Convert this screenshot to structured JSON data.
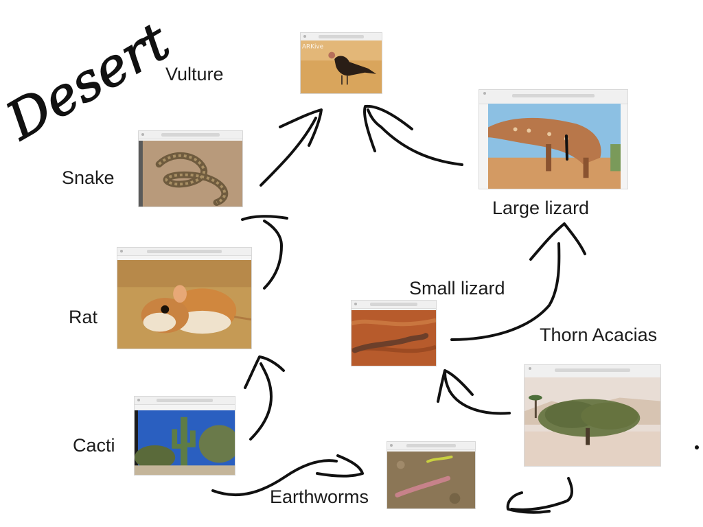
{
  "title": "Desert",
  "organisms": {
    "vulture": "Vulture",
    "snake": "Snake",
    "rat": "Rat",
    "cacti": "Cacti",
    "earthworms": "Earthworms",
    "thorn_acacias": "Thorn Acacias",
    "small_lizard": "Small lizard",
    "large_lizard": "Large lizard"
  },
  "arrows": [
    {
      "from": "Cacti",
      "to": "Rat"
    },
    {
      "from": "Rat",
      "to": "Snake"
    },
    {
      "from": "Snake",
      "to": "Vulture"
    },
    {
      "from": "Large lizard",
      "to": "Vulture"
    },
    {
      "from": "Small lizard",
      "to": "Large lizard"
    },
    {
      "from": "Thorn Acacias",
      "to": "Small lizard"
    },
    {
      "from": "Cacti",
      "to": "Earthworms"
    },
    {
      "from": "Thorn Acacias",
      "to": "Earthworms"
    }
  ],
  "image_text": {
    "vulture_watermark": "ARKive"
  },
  "colors": {
    "ink": "#111111",
    "label": "#1c1c1c"
  }
}
